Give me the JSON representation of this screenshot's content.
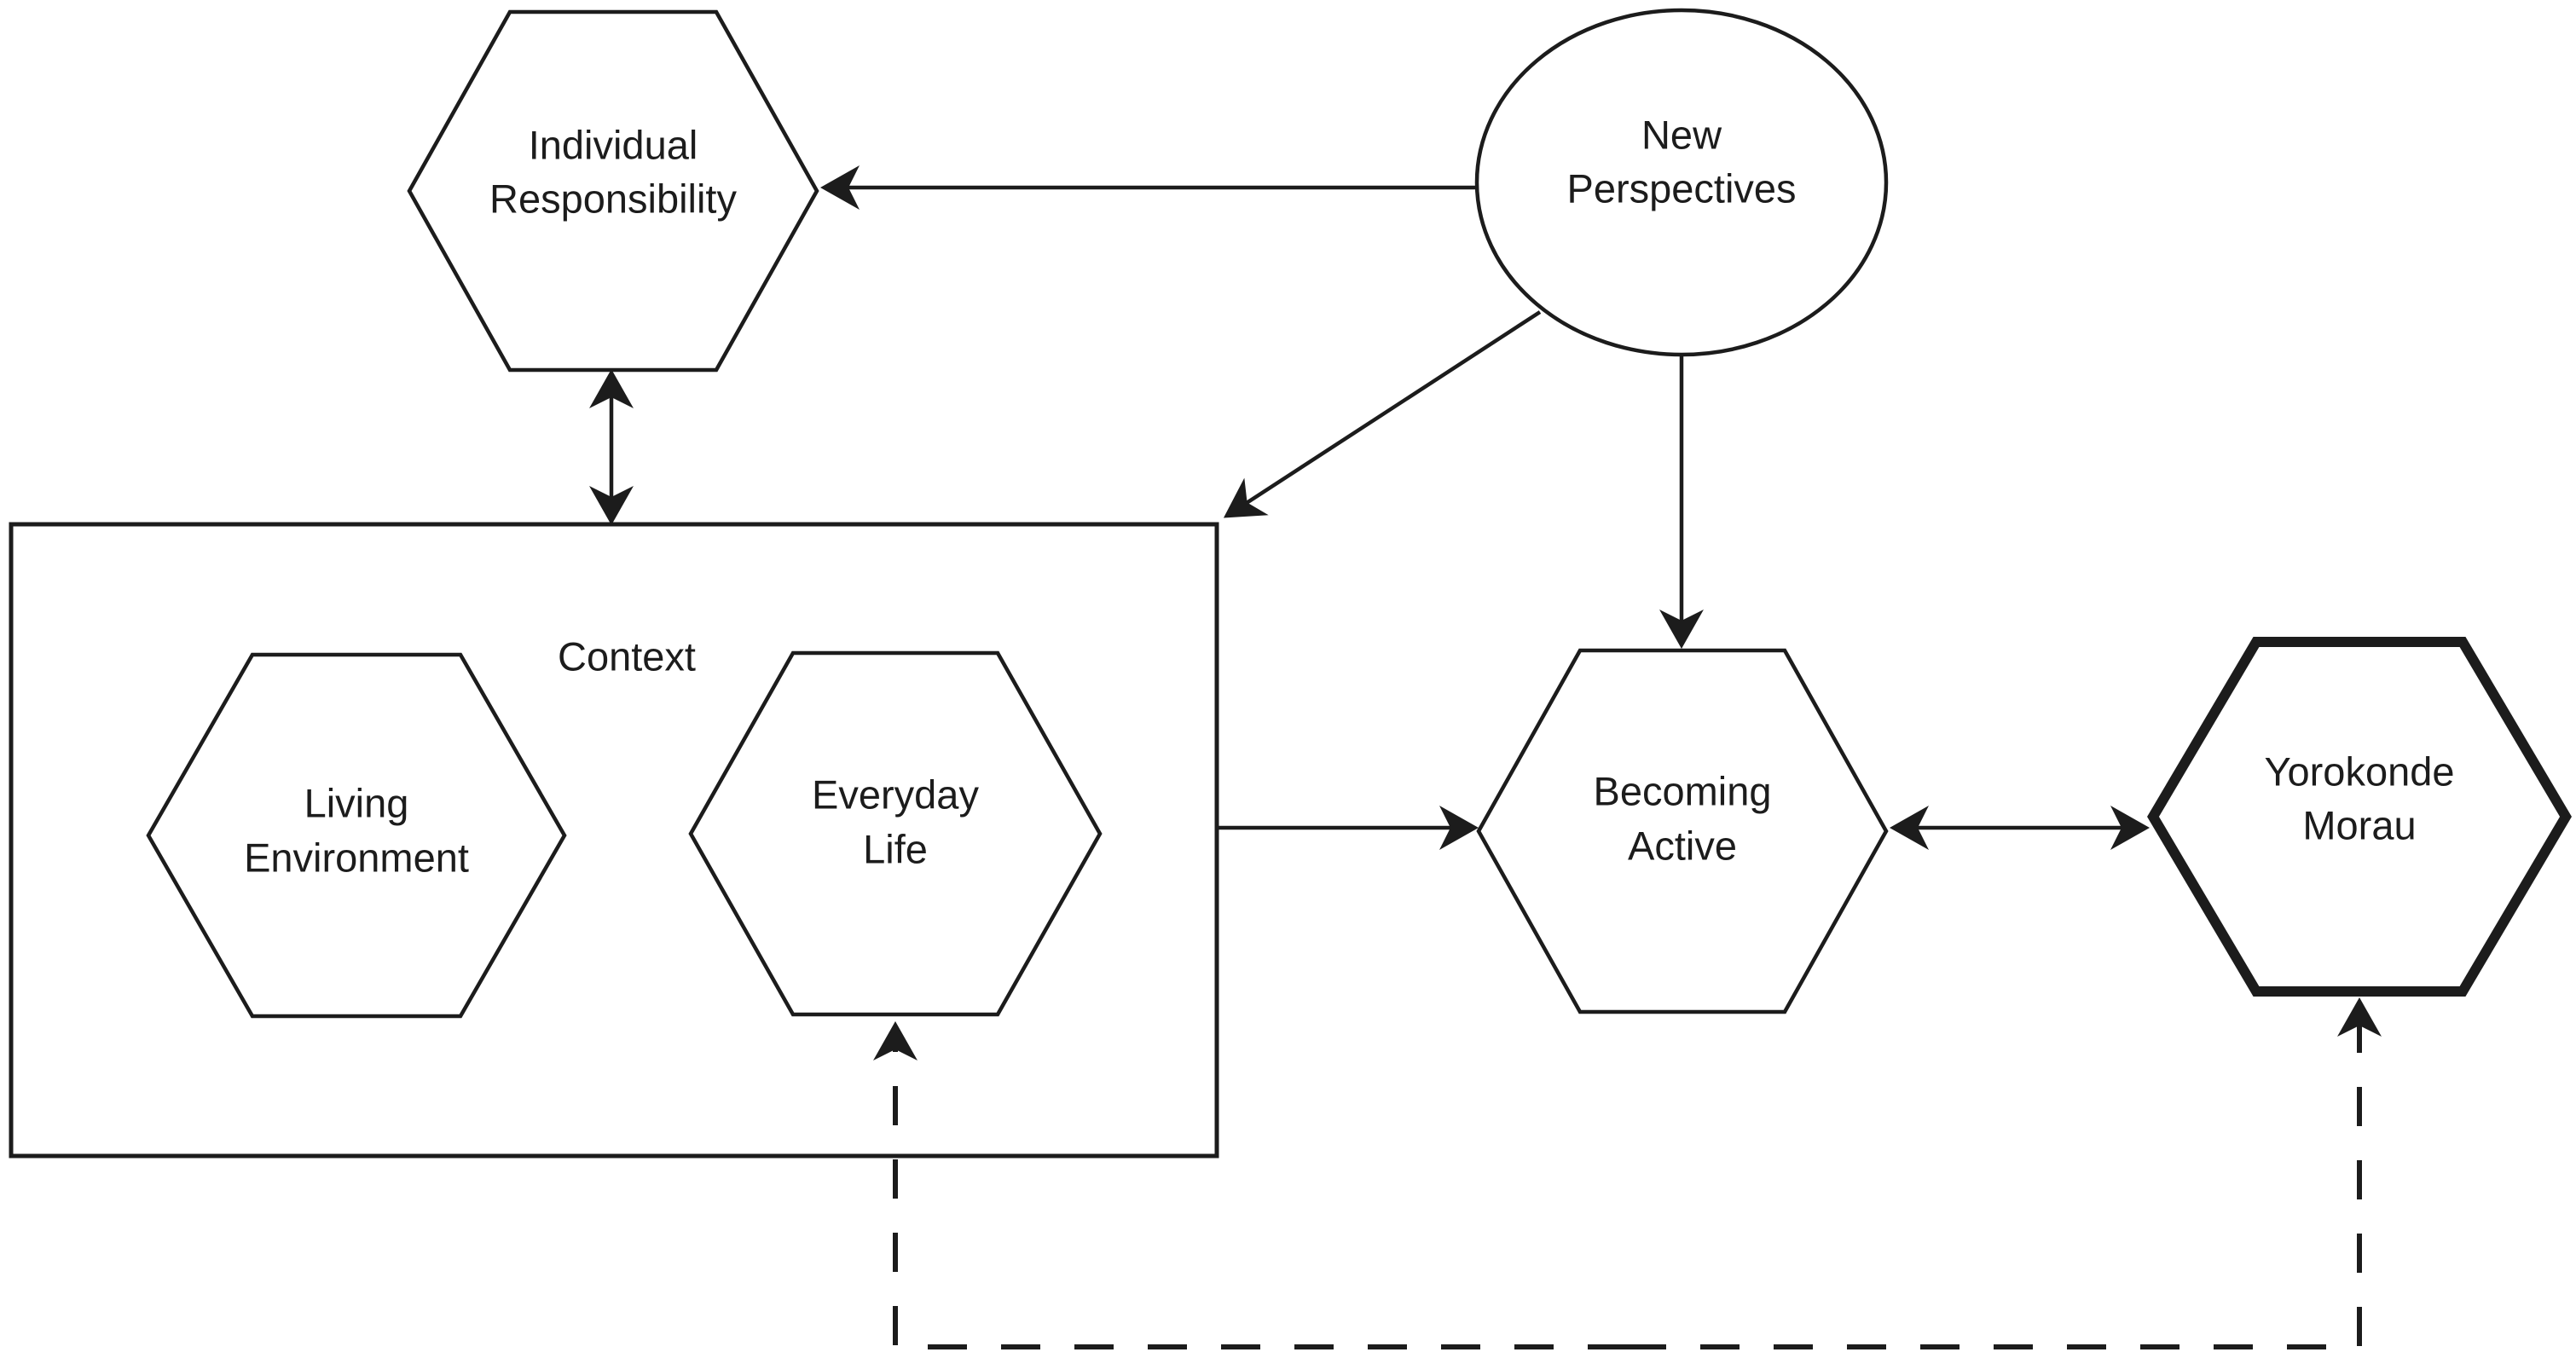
{
  "diagram": {
    "colors": {
      "background": "#ffffff",
      "line": "#1c1c1c"
    },
    "nodes": {
      "individual_responsibility": {
        "shape": "hexagon",
        "line1": "Individual",
        "line2": "Responsibility"
      },
      "new_perspectives": {
        "shape": "ellipse",
        "line1": "New",
        "line2": "Perspectives"
      },
      "context_group": {
        "shape": "rectangle",
        "label": "Context"
      },
      "living_environment": {
        "shape": "hexagon",
        "line1": "Living",
        "line2": "Environment"
      },
      "everyday_life": {
        "shape": "hexagon",
        "line1": "Everyday",
        "line2": "Life"
      },
      "becoming_active": {
        "shape": "hexagon",
        "line1": "Becoming",
        "line2": "Active"
      },
      "yorokonde_morau": {
        "shape": "hexagon-bold-border",
        "line1": "Yorokonde",
        "line2": "Morau"
      }
    },
    "edges": [
      {
        "from": "new_perspectives",
        "to": "individual_responsibility",
        "style": "solid",
        "arrowheads": "one"
      },
      {
        "from": "individual_responsibility",
        "to": "context_group",
        "style": "solid",
        "arrowheads": "two"
      },
      {
        "from": "new_perspectives",
        "to": "context_group",
        "style": "solid",
        "arrowheads": "one"
      },
      {
        "from": "new_perspectives",
        "to": "becoming_active",
        "style": "solid",
        "arrowheads": "one"
      },
      {
        "from": "context_group",
        "to": "becoming_active",
        "style": "solid",
        "arrowheads": "one"
      },
      {
        "from": "becoming_active",
        "to": "yorokonde_morau",
        "style": "solid",
        "arrowheads": "two"
      },
      {
        "from": "yorokonde_morau",
        "to": "everyday_life",
        "style": "dashed",
        "arrowheads": "two"
      }
    ]
  }
}
